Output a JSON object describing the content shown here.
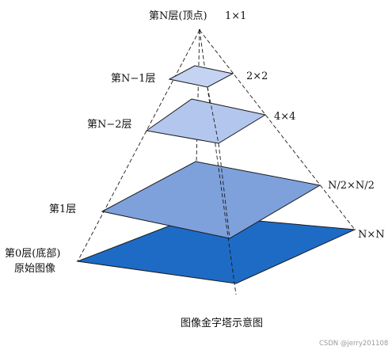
{
  "diagram": {
    "caption": "图像金字塔示意图",
    "watermark": "CSDN @jerry201108",
    "colors": {
      "layer_top": "#dfe7f7",
      "layer_n_minus_1": "#c4d3f2",
      "layer_n_minus_2": "#b3c6ee",
      "layer_1": "#7ea1dc",
      "layer_0": "#1e6bc6",
      "edges": "#1a1a1a"
    },
    "layers": [
      {
        "level_label": "第N层(顶点)",
        "size_label": "1×1"
      },
      {
        "level_label": "第N−1层",
        "size_label": "2×2"
      },
      {
        "level_label": "第N−2层",
        "size_label": "4×4"
      },
      {
        "level_label": "第1层",
        "size_label": "N/2×N/2"
      },
      {
        "level_label_line1": "第0层(底部)",
        "level_label_line2": "原始图像",
        "size_label": "N×N"
      }
    ]
  }
}
